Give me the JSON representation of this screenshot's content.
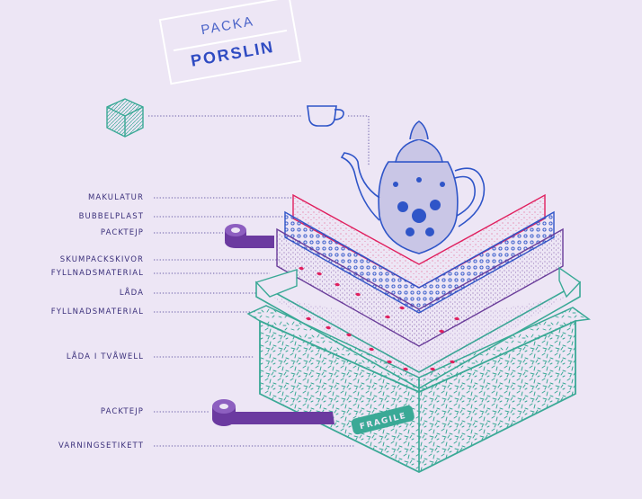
{
  "title": {
    "line1": "PACKA",
    "line2": "PORSLIN"
  },
  "labels": [
    {
      "key": "makulatur",
      "text": "MAKULATUR"
    },
    {
      "key": "bubbelplast",
      "text": "BUBBELPLAST"
    },
    {
      "key": "packtejp-top",
      "text": "PACKTEJP"
    },
    {
      "key": "skumpackskivor",
      "text": "SKUMPACKSKIVOR"
    },
    {
      "key": "fyllnadsmaterial-1",
      "text": "FYLLNADSMATERIAL"
    },
    {
      "key": "lada",
      "text": "LÅDA"
    },
    {
      "key": "fyllnadsmaterial-2",
      "text": "FYLLNADSMATERIAL"
    },
    {
      "key": "lada-i-tvawell",
      "text": "LÅDA I TVÅWELL"
    },
    {
      "key": "packtejp-bottom",
      "text": "PACKTEJP"
    },
    {
      "key": "varningsetikett",
      "text": "VARNINGSETIKETT"
    }
  ],
  "fragile_label": "FRAGILE",
  "colors": {
    "background": "#ede6f5",
    "label_text": "#3a2f7a",
    "title_blue": "#2f4bc2",
    "teal": "#3aa996",
    "pink": "#e01f5e",
    "purple": "#6a3d9a",
    "blue": "#2f55c8",
    "tape_purple": "#6b3aa0"
  },
  "icons": [
    "cube-icon",
    "cup-icon",
    "teapot-icon",
    "tape-roll-icon"
  ]
}
